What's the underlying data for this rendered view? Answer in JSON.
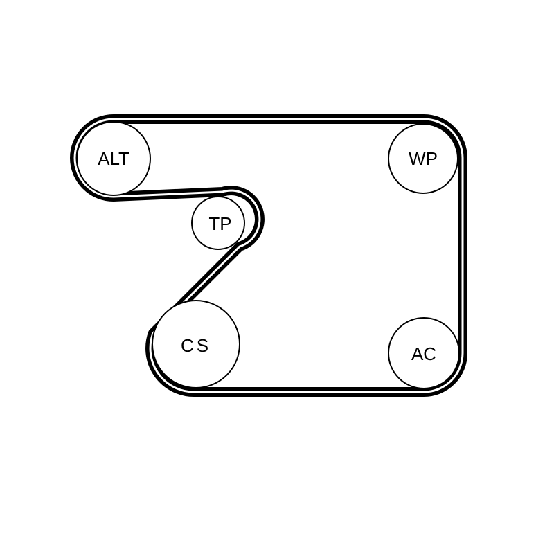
{
  "diagram": {
    "pulleys": {
      "alt": "ALT",
      "wp": "WP",
      "tp": "TP",
      "cs": "CS",
      "ac": "AC"
    }
  },
  "colors": {
    "belt": "#000000",
    "pulley_fill": "#ffffff",
    "pulley_stroke": "#000000",
    "background": "#ffffff"
  }
}
